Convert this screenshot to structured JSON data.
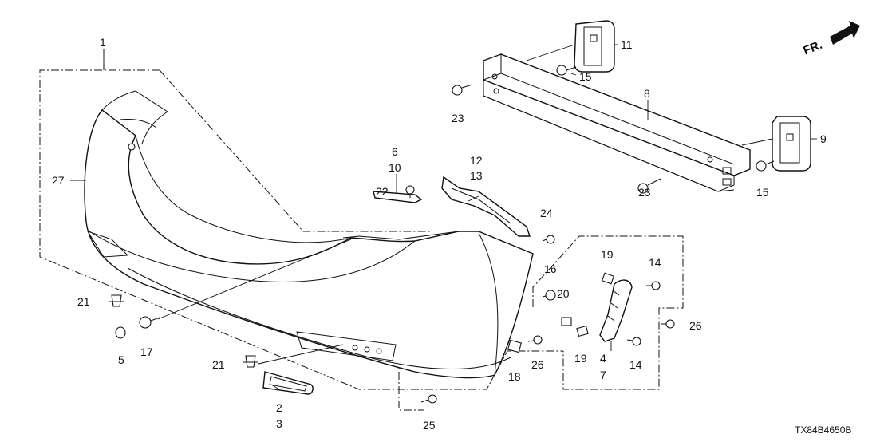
{
  "diagram": {
    "doc_code": "TX84B4650B",
    "direction_label": "FR.",
    "part_labels": {
      "p1": "1",
      "p2": "2",
      "p3": "3",
      "p4": "4",
      "p5": "5",
      "p6": "6",
      "p7": "7",
      "p8": "8",
      "p9": "9",
      "p10": "10",
      "p11": "11",
      "p12": "12",
      "p13": "13",
      "p14a": "14",
      "p14b": "14",
      "p15a": "15",
      "p15b": "15",
      "p16": "16",
      "p17": "17",
      "p18": "18",
      "p19a": "19",
      "p19b": "19",
      "p20": "20",
      "p21a": "21",
      "p21b": "21",
      "p22": "22",
      "p23a": "23",
      "p23b": "23",
      "p24": "24",
      "p25": "25",
      "p26a": "26",
      "p26b": "26",
      "p27": "27"
    }
  }
}
